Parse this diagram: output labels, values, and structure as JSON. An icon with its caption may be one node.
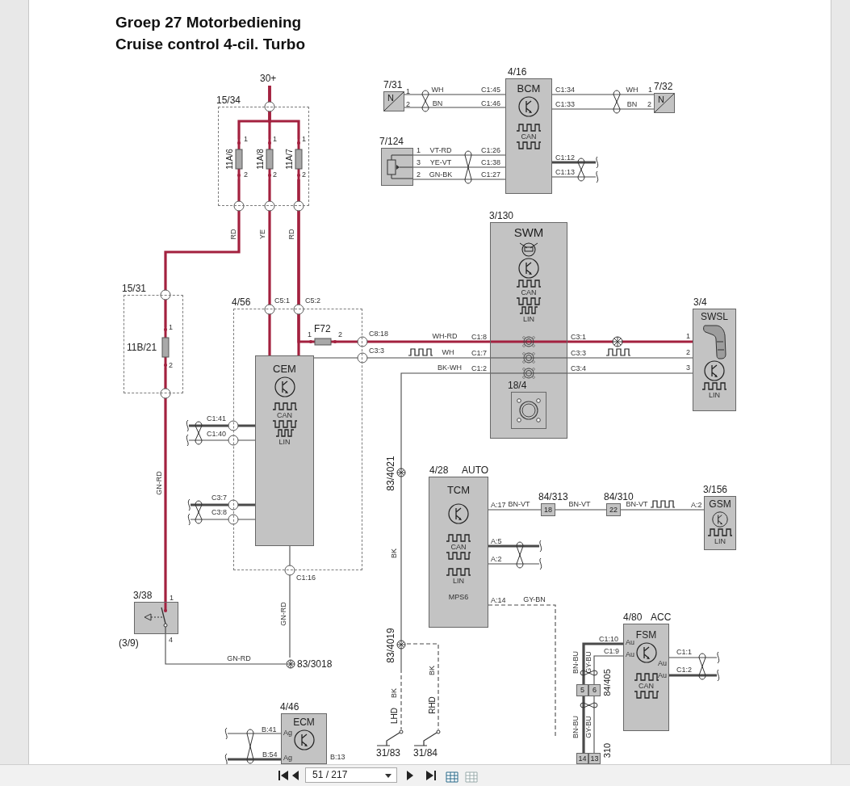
{
  "diagram": {
    "title": "Groep 27 Motorbediening Cruise control 4-cil. Turbo",
    "nodes": [
      {
        "text": [
          "30+"
        ]
      },
      {
        "text": [
          "15/34"
        ]
      },
      {
        "text": [
          "11A/6"
        ],
        "in": 1
      },
      {
        "text": [
          "11A/8"
        ],
        "in": 1
      },
      {
        "text": [
          "11A/7"
        ],
        "in": 1
      },
      {
        "text": [
          "15/31"
        ]
      },
      {
        "text": [
          "11B/21"
        ],
        "in": 5
      },
      {
        "text": [
          "4/56"
        ]
      },
      {
        "text": [
          "CEM",
          "CAN",
          "LIN"
        ],
        "in": 7
      },
      {
        "text": [
          "F72"
        ],
        "in": 7
      },
      {
        "text": [
          "4/16",
          "BCM",
          "CAN"
        ]
      },
      {
        "text": [
          "7/31",
          "N"
        ]
      },
      {
        "text": [
          "7/32",
          "N"
        ]
      },
      {
        "text": [
          "7/124"
        ]
      },
      {
        "text": [
          "3/130",
          "SWM",
          "CAN",
          "LIN"
        ]
      },
      {
        "text": [
          "18/4"
        ],
        "in": 14
      },
      {
        "text": [
          "3/4",
          "SWSL",
          "LIN"
        ]
      },
      {
        "text": [
          "4/28",
          "AUTO",
          "TCM",
          "CAN",
          "LIN",
          "MPS6"
        ]
      },
      {
        "text": [
          "84/313",
          "18"
        ]
      },
      {
        "text": [
          "84/310",
          "22"
        ]
      },
      {
        "text": [
          "3/156",
          "GSM",
          "LIN"
        ]
      },
      {
        "text": [
          "3/38"
        ],
        "beside": [
          "(3/9)"
        ]
      },
      {
        "text": [
          "83/3018"
        ]
      },
      {
        "text": [
          "83/4021"
        ]
      },
      {
        "text": [
          "83/4019"
        ]
      },
      {
        "text": [
          "31/83"
        ]
      },
      {
        "text": [
          "31/84"
        ]
      },
      {
        "text": [
          "4/46",
          "ECM"
        ],
        "beside": [
          "B:13"
        ]
      },
      {
        "text": [
          "4/80",
          "ACC",
          "FSM",
          "CAN"
        ]
      },
      {
        "text": [
          "5",
          "6"
        ],
        "beside": [
          "84/405"
        ]
      },
      {
        "text": [
          "14",
          "13"
        ],
        "beside": [
          "310"
        ]
      }
    ],
    "edges": [
      {
        "from": 0,
        "to": 2,
        "arrow": "none",
        "style": "thick",
        "color": "#a3213f"
      },
      {
        "from": 0,
        "to": 3,
        "arrow": "none",
        "style": "thick",
        "color": "#a3213f"
      },
      {
        "from": 0,
        "to": 4,
        "arrow": "none",
        "style": "thick",
        "color": "#a3213f"
      },
      {
        "from": 2,
        "to": 6,
        "arrow": "none",
        "label": "RD",
        "style": "thick",
        "color": "#a3213f"
      },
      {
        "from": 3,
        "to": 8,
        "arrow": "none",
        "label": "YE",
        "style": "thick",
        "color": "#a3213f"
      },
      {
        "from": 4,
        "to": 8,
        "arrow": "none",
        "label": "RD",
        "style": "thick",
        "color": "#a3213f"
      },
      {
        "from": 4,
        "to": 9,
        "arrow": "none",
        "style": "thick",
        "color": "#a3213f"
      },
      {
        "from": 9,
        "to": 14,
        "arrow": "none",
        "label": "WH-RD",
        "style": "thick",
        "color": "#a3213f"
      },
      {
        "from": 14,
        "to": 16,
        "arrow": "none",
        "style": "thick",
        "color": "#a3213f"
      },
      {
        "from": 8,
        "to": 14,
        "arrow": "none",
        "label": "WH"
      },
      {
        "from": 14,
        "to": 16,
        "arrow": "none"
      },
      {
        "from": 14,
        "to": 16,
        "arrow": "none"
      },
      {
        "from": 14,
        "to": 23,
        "arrow": "none",
        "label": "BK-WH"
      },
      {
        "from": 23,
        "to": 24,
        "arrow": "none",
        "label": "BK"
      },
      {
        "from": 24,
        "to": 25,
        "arrow": "none",
        "label": "BK",
        "style": "dashed"
      },
      {
        "from": 24,
        "to": 26,
        "arrow": "none",
        "label": "BK",
        "style": "dashed"
      },
      {
        "from": 6,
        "to": 21,
        "arrow": "none",
        "label": "GN-RD",
        "style": "thick",
        "color": "#a3213f"
      },
      {
        "from": 21,
        "to": 22,
        "arrow": "none",
        "label": "GN-RD"
      },
      {
        "from": 8,
        "to": 22,
        "arrow": "none",
        "label": "GN-RD"
      },
      {
        "from": 11,
        "to": 10,
        "arrow": "none",
        "label": "WH"
      },
      {
        "from": 11,
        "to": 10,
        "arrow": "none",
        "label": "BN"
      },
      {
        "from": 10,
        "to": 12,
        "arrow": "none",
        "label": "WH"
      },
      {
        "from": 10,
        "to": 12,
        "arrow": "none",
        "label": "BN"
      },
      {
        "from": 13,
        "to": 10,
        "arrow": "none",
        "label": "VT-RD"
      },
      {
        "from": 13,
        "to": 10,
        "arrow": "none",
        "label": "YE-VT"
      },
      {
        "from": 13,
        "to": 10,
        "arrow": "none",
        "label": "GN-BK"
      },
      {
        "from": 10,
        "to": null,
        "arrow": "other",
        "style": "thick"
      },
      {
        "from": 10,
        "to": null,
        "arrow": "other"
      },
      {
        "from": 8,
        "to": null,
        "arrow": "other",
        "style": "thick"
      },
      {
        "from": 8,
        "to": null,
        "arrow": "other"
      },
      {
        "from": 8,
        "to": null,
        "arrow": "other",
        "style": "thick"
      },
      {
        "from": 8,
        "to": null,
        "arrow": "other"
      },
      {
        "from": 17,
        "to": 18,
        "arrow": "none",
        "label": "BN-VT"
      },
      {
        "from": 18,
        "to": 19,
        "arrow": "none",
        "label": "BN-VT"
      },
      {
        "from": 19,
        "to": 20,
        "arrow": "none",
        "label": "BN-VT"
      },
      {
        "from": 17,
        "to": null,
        "arrow": "other",
        "style": "thick"
      },
      {
        "from": 17,
        "to": null,
        "arrow": "other"
      },
      {
        "from": 17,
        "to": null,
        "arrow": "none",
        "label": "GY-BN",
        "style": "dashed"
      },
      {
        "from": 29,
        "to": 28,
        "arrow": "none",
        "label": "BN-BU",
        "style": "thick"
      },
      {
        "from": 29,
        "to": 28,
        "arrow": "none",
        "label": "GY-BU"
      },
      {
        "from": 30,
        "to": 29,
        "arrow": "none",
        "label": "BN-BU",
        "style": "thick"
      },
      {
        "from": 30,
        "to": 29,
        "arrow": "none",
        "label": "GY-BU"
      },
      {
        "from": 28,
        "to": null,
        "arrow": "other"
      },
      {
        "from": 28,
        "to": null,
        "arrow": "other",
        "style": "thick"
      },
      {
        "from": 27,
        "to": null,
        "arrow": "other"
      },
      {
        "from": 27,
        "to": null,
        "arrow": "other",
        "style": "thick"
      }
    ],
    "labels": [
      "1",
      "2",
      "1",
      "2",
      "1",
      "2",
      "1",
      "2",
      "C5:1",
      "C5:2",
      "1",
      "2",
      "C8:18",
      "C3:3",
      "C1:41",
      "C1:40",
      "C3:7",
      "C3:8",
      "C1:16",
      "1",
      "4",
      "1",
      "2",
      "C1:45",
      "C1:46",
      "1",
      "3",
      "2",
      "C1:26",
      "C1:38",
      "C1:27",
      "C1:34",
      "C1:33",
      "1",
      "2",
      "C1:12",
      "C1:13",
      "C1:8",
      "C1:7",
      "C1:2",
      "C3:1",
      "C3:3",
      "C3:4",
      "1",
      "2",
      "3",
      "A:17",
      "A:2",
      "A:5",
      "A:2",
      "A:14",
      "LHD",
      "RHD",
      "C1:10",
      "C1:9",
      "Au",
      "Au",
      "Au",
      "Au",
      "C1:1",
      "C1:2",
      "B:41",
      "Ag",
      "B:54",
      "Ag",
      "51 / 217"
    ]
  }
}
